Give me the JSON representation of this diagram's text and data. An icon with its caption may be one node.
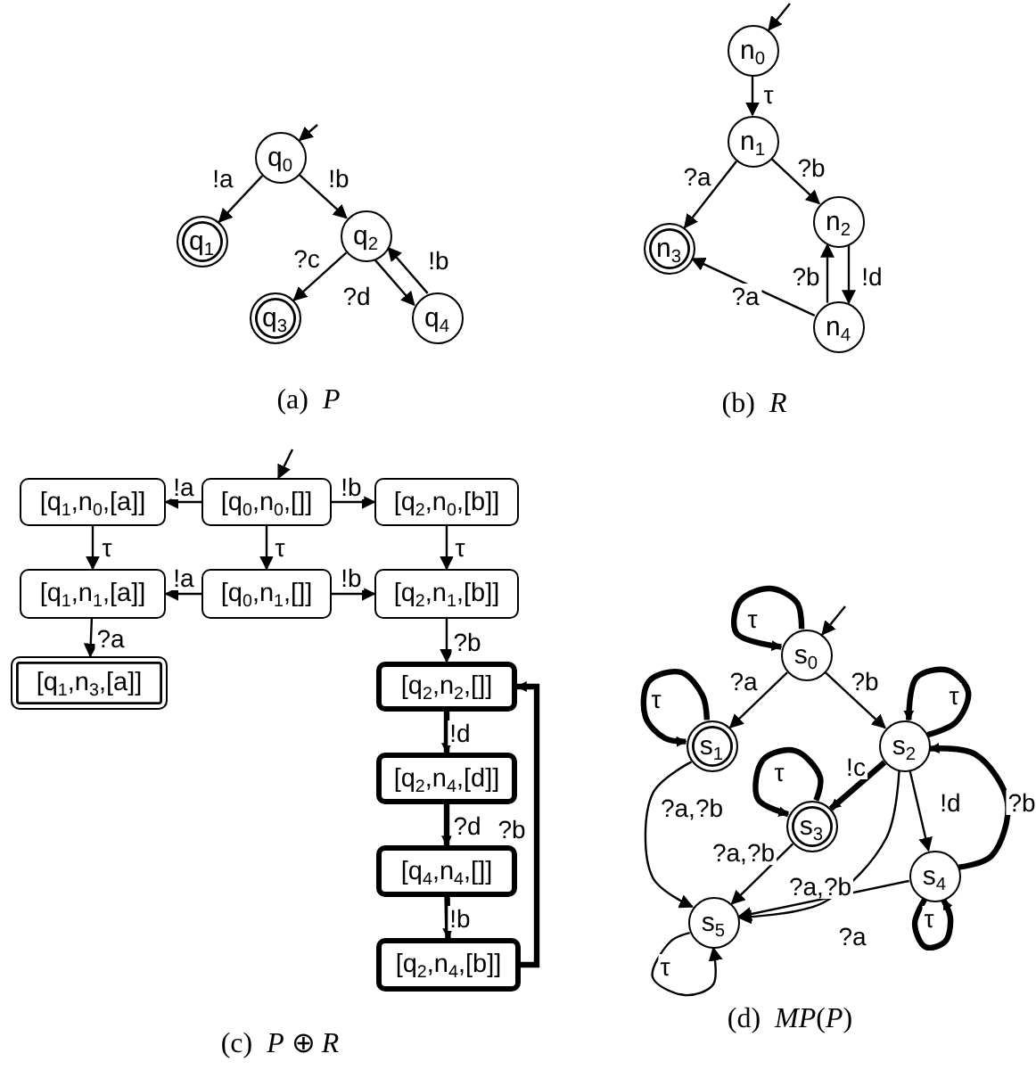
{
  "diagram": {
    "nodes": [
      {
        "text": [
          "q$_{0}$"
        ]
      },
      {
        "text": [
          "q$_{1}$"
        ]
      },
      {
        "text": [
          "q$_{2}$"
        ]
      },
      {
        "text": [
          "q$_{3}$"
        ]
      },
      {
        "text": [
          "q$_{4}$"
        ]
      },
      {
        "text": [
          "n$_{0}$"
        ]
      },
      {
        "text": [
          "n$_{1}$"
        ]
      },
      {
        "text": [
          "n$_{2}$"
        ]
      },
      {
        "text": [
          "n$_{3}$"
        ]
      },
      {
        "text": [
          "n$_{4}$"
        ]
      },
      {
        "text": [
          "[q$_{1}$,n$_{0}$,[a]]"
        ]
      },
      {
        "text": [
          "[q$_{0}$,n$_{0}$,[]]"
        ]
      },
      {
        "text": [
          "[q$_{2}$,n$_{0}$,[b]]"
        ]
      },
      {
        "text": [
          "[q$_{1}$,n$_{1}$,[a]]"
        ]
      },
      {
        "text": [
          "[q$_{0}$,n$_{1}$,[]]"
        ]
      },
      {
        "text": [
          "[q$_{2}$,n$_{1}$,[b]]"
        ]
      },
      {
        "text": [
          "[q$_{1}$,n$_{3}$,[a]]"
        ]
      },
      {
        "text": [
          "[q$_{2}$,n$_{2}$,[]]"
        ]
      },
      {
        "text": [
          "[q$_{2}$,n$_{4}$,[d]]"
        ]
      },
      {
        "text": [
          "[q$_{4}$,n$_{4}$,[]]"
        ]
      },
      {
        "text": [
          "[q$_{2}$,n$_{4}$,[b]]"
        ]
      },
      {
        "text": [
          "s$_{0}$"
        ]
      },
      {
        "text": [
          "s$_{1}$"
        ]
      },
      {
        "text": [
          "s$_{2}$"
        ]
      },
      {
        "text": [
          "s$_{3}$"
        ]
      },
      {
        "text": [
          "s$_{4}$"
        ]
      },
      {
        "text": [
          "s$_{5}$"
        ]
      }
    ],
    "edges": [
      {
        "from": null,
        "to": 0,
        "arrow": "to"
      },
      {
        "from": 0,
        "to": 1,
        "arrow": "to",
        "label": "!a"
      },
      {
        "from": 0,
        "to": 2,
        "arrow": "to",
        "label": "!b"
      },
      {
        "from": 2,
        "to": 3,
        "arrow": "to",
        "label": "?c"
      },
      {
        "from": 2,
        "to": 4,
        "arrow": "to",
        "label": "?d"
      },
      {
        "from": 4,
        "to": 2,
        "arrow": "to",
        "label": "!b"
      },
      {
        "from": null,
        "to": 5,
        "arrow": "to"
      },
      {
        "from": 5,
        "to": 6,
        "arrow": "to",
        "label": "τ"
      },
      {
        "from": 6,
        "to": 8,
        "arrow": "to",
        "label": "?a"
      },
      {
        "from": 6,
        "to": 7,
        "arrow": "to",
        "label": "?b"
      },
      {
        "from": 7,
        "to": 9,
        "arrow": "to",
        "label": "!d"
      },
      {
        "from": 9,
        "to": 7,
        "arrow": "to",
        "label": "?b"
      },
      {
        "from": 9,
        "to": 8,
        "arrow": "to",
        "label": "?a"
      },
      {
        "from": null,
        "to": 11,
        "arrow": "to"
      },
      {
        "from": 11,
        "to": 10,
        "arrow": "to",
        "label": "!a"
      },
      {
        "from": 11,
        "to": 12,
        "arrow": "to",
        "label": "!b"
      },
      {
        "from": 10,
        "to": 13,
        "arrow": "to",
        "label": "τ"
      },
      {
        "from": 11,
        "to": 14,
        "arrow": "to",
        "label": "τ"
      },
      {
        "from": 12,
        "to": 15,
        "arrow": "to",
        "label": "τ"
      },
      {
        "from": 14,
        "to": 13,
        "arrow": "to",
        "label": "!a"
      },
      {
        "from": 14,
        "to": 15,
        "arrow": "to",
        "label": "!b"
      },
      {
        "from": 13,
        "to": 16,
        "arrow": "to",
        "label": "?a"
      },
      {
        "from": 15,
        "to": 17,
        "arrow": "to",
        "label": "?b"
      },
      {
        "from": 17,
        "to": 18,
        "arrow": "to",
        "label": "!d",
        "style": "thick"
      },
      {
        "from": 18,
        "to": 19,
        "arrow": "to",
        "label": "?d",
        "style": "thick"
      },
      {
        "from": 19,
        "to": 20,
        "arrow": "to",
        "label": "!b",
        "style": "thick"
      },
      {
        "from": 20,
        "to": 17,
        "arrow": "to",
        "label": "?b",
        "style": "thick"
      },
      {
        "from": null,
        "to": 21,
        "arrow": "to"
      },
      {
        "from": 21,
        "to": 21,
        "arrow": "to",
        "label": "τ",
        "style": "thick"
      },
      {
        "from": 21,
        "to": 22,
        "arrow": "to",
        "label": "?a"
      },
      {
        "from": 21,
        "to": 23,
        "arrow": "to",
        "label": "?b"
      },
      {
        "from": 22,
        "to": 22,
        "arrow": "to",
        "label": "τ",
        "style": "thick"
      },
      {
        "from": 23,
        "to": 23,
        "arrow": "to",
        "label": "τ",
        "style": "thick"
      },
      {
        "from": 23,
        "to": 24,
        "arrow": "to",
        "label": "!c",
        "style": "thick"
      },
      {
        "from": 24,
        "to": 24,
        "arrow": "to",
        "label": "τ",
        "style": "thick"
      },
      {
        "from": 23,
        "to": 25,
        "arrow": "to",
        "label": "!d"
      },
      {
        "from": 25,
        "to": 23,
        "arrow": "to",
        "label": "?b",
        "style": "thick"
      },
      {
        "from": 25,
        "to": 25,
        "arrow": "to",
        "label": "τ",
        "style": "thick"
      },
      {
        "from": 22,
        "to": 26,
        "arrow": "to",
        "label": "?a,?b"
      },
      {
        "from": 24,
        "to": 26,
        "arrow": "to",
        "label": "?a,?b"
      },
      {
        "from": 23,
        "to": 26,
        "arrow": "to",
        "label": "?a,?b"
      },
      {
        "from": 25,
        "to": 26,
        "arrow": "to",
        "label": "?a"
      },
      {
        "from": 26,
        "to": 26,
        "arrow": "to",
        "label": "τ"
      }
    ],
    "labels": [
      "(a)  *P*",
      "(b)  *R*",
      "(c)  *P* ⊕ *R*",
      "(d)  *MP*(*P*)"
    ]
  }
}
